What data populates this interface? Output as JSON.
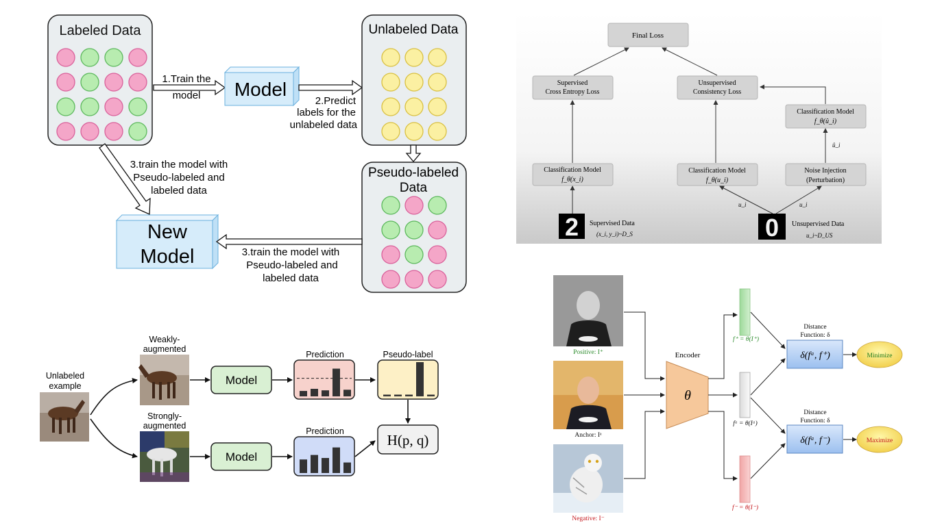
{
  "pseudo_labeling": {
    "labeled_title": "Labeled Data",
    "labeled_dots": [
      [
        "pink",
        "green",
        "green",
        "pink"
      ],
      [
        "pink",
        "green",
        "pink",
        "pink"
      ],
      [
        "green",
        "green",
        "pink",
        "green"
      ],
      [
        "pink",
        "pink",
        "pink",
        "green"
      ]
    ],
    "model_label": "Model",
    "step1_line1": "1.Train the",
    "step1_line2": "model",
    "unlabeled_title": "Unlabeled Data",
    "step2_line1": "2.Predict",
    "step2_line2": "labels for the",
    "step2_line3": "unlabeled data",
    "pseudo_title_line1": "Pseudo-labeled",
    "pseudo_title_line2": "Data",
    "pseudo_dots": [
      [
        "green",
        "pink",
        "green"
      ],
      [
        "green",
        "green",
        "pink"
      ],
      [
        "pink",
        "green",
        "pink"
      ],
      [
        "pink",
        "pink",
        "pink"
      ]
    ],
    "step3a_line1": "3.train the model with",
    "step3a_line2": "Pseudo-labeled and",
    "step3a_line3": "labeled data",
    "new_model_line1": "New",
    "new_model_line2": "Model",
    "step3b_line1": "3.train the model with",
    "step3b_line2": "Pseudo-labeled and",
    "step3b_line3": "labeled data"
  },
  "consistency": {
    "final_loss": "Final Loss",
    "sup_loss_line1": "Supervised",
    "sup_loss_line2": "Cross Entropy Loss",
    "unsup_loss_line1": "Unsupervised",
    "unsup_loss_line2": "Consistency Loss",
    "cls_right_line1": "Classification Model",
    "cls_right_line2": "f_θ(û_i)",
    "u_hat": "û_i",
    "cls_left_line1": "Classification Model",
    "cls_left_line2": "f_θ(x_i)",
    "cls_mid_line1": "Classification Model",
    "cls_mid_line2": "f_θ(u_i)",
    "noise_line1": "Noise Injection",
    "noise_line2": "(Perturbation)",
    "u_left": "u_i",
    "u_right": "u_i",
    "digit_sup": "2",
    "digit_unsup": "0",
    "sup_data_line1": "Supervised Data",
    "sup_data_line2": "(x_i, y_i)~D_S",
    "unsup_data_line1": "Unsupervised Data",
    "unsup_data_line2": "u_i~D_US"
  },
  "fixmatch": {
    "unlabeled_line1": "Unlabeled",
    "unlabeled_line2": "example",
    "weak_line1": "Weakly-",
    "weak_line2": "augmented",
    "strong_line1": "Strongly-",
    "strong_line2": "augmented",
    "model_top": "Model",
    "model_bottom": "Model",
    "prediction_top": "Prediction",
    "prediction_bottom": "Prediction",
    "pseudo_label": "Pseudo-label",
    "loss": "H(p, q)",
    "pred_top_values": [
      0.18,
      0.25,
      0.2,
      0.92,
      0.22
    ],
    "pseudo_values": [
      0.05,
      0.05,
      0.05,
      1.0,
      0.05
    ],
    "pred_bottom_values": [
      0.45,
      0.6,
      0.5,
      0.85,
      0.35
    ],
    "threshold": 0.6
  },
  "contrastive": {
    "positive": "Positive: I⁺",
    "anchor": "Anchor: Iᵃ",
    "negative": "Negative: I⁻",
    "encoder": "Encoder",
    "theta": "θ",
    "f_pos": "f⁺ = θ(I⁺)",
    "f_anchor": "fᵃ = θ(Iᵃ)",
    "f_neg": "f⁻ = θ(I⁻)",
    "dist_top_line1": "Distance",
    "dist_top_line2": "Function: δ",
    "dist_bottom_line1": "Distance",
    "dist_bottom_line2": "Function: δ",
    "delta_pos": "δ(fᵃ, f⁺)",
    "delta_neg": "δ(fᵃ, f⁻)",
    "minimize": "Minimize",
    "maximize": "Maximize"
  },
  "colors": {
    "pink": "#f4a6c8",
    "green": "#b8ecb0",
    "yellow": "#fbf0a2",
    "model_blue": "#d6ecfa",
    "minimize_green": "#1d7a1d",
    "maximize_red": "#c4161c"
  }
}
